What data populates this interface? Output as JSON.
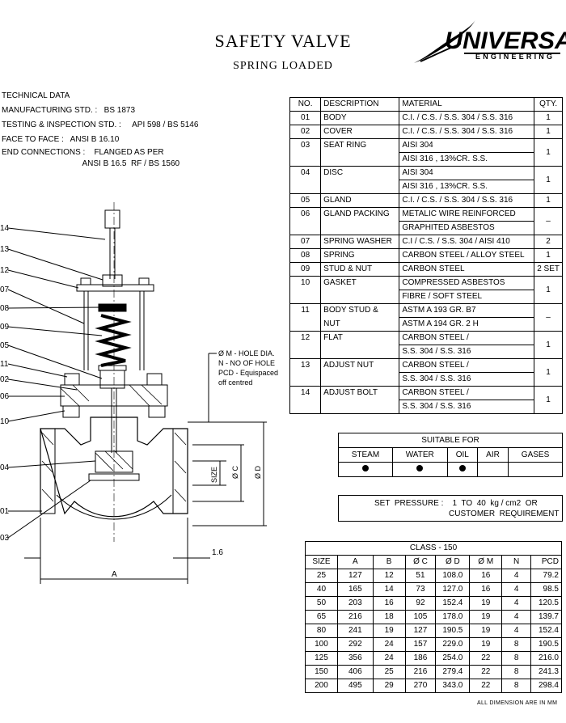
{
  "header": {
    "title": "SAFETY VALVE",
    "subtitle": "SPRING LOADED",
    "logo_word": "UNIVERSAL",
    "logo_sub": "ENGINEERING"
  },
  "technical": [
    "TECHNICAL DATA",
    "MANUFACTURING STD. :   BS 1873",
    "TESTING & INSPECTION STD. :     API 598 / BS 5146",
    "FACE TO FACE :   ANSI B 16.10",
    "END CONNECTIONS :    FLANGED AS PER",
    "                                    ANSI B 16.5  RF / BS 1560"
  ],
  "drawing": {
    "part_numbers": [
      "14",
      "13",
      "12",
      "07",
      "08",
      "09",
      "05",
      "11",
      "02",
      "06",
      "10",
      "04",
      "01",
      "03"
    ],
    "hole_note": [
      "Ø M - HOLE DIA.",
      "N - NO OF HOLE",
      "PCD - Equispaced",
      "off centred"
    ],
    "dim_size": "SIZE",
    "dim_c": "Ø C",
    "dim_d": "Ø D",
    "dim_a": "A",
    "dim_16": "1.6"
  },
  "parts_table": {
    "headers": [
      "NO.",
      "DESCRIPTION",
      "MATERIAL",
      "QTY."
    ],
    "rows": [
      {
        "no": "01",
        "desc": [
          "BODY"
        ],
        "mat": [
          "C.I. / C.S. / S.S. 304 / S.S. 316"
        ],
        "qty": "1"
      },
      {
        "no": "02",
        "desc": [
          "COVER"
        ],
        "mat": [
          "C.I. / C.S. / S.S. 304 / S.S. 316"
        ],
        "qty": "1"
      },
      {
        "no": "03",
        "desc": [
          "SEAT RING"
        ],
        "mat": [
          "AISI 304",
          "AISI 316 ,  13%CR. S.S."
        ],
        "qty": "1"
      },
      {
        "no": "04",
        "desc": [
          "DISC"
        ],
        "mat": [
          "AISI 304",
          "AISI 316 ,  13%CR. S.S."
        ],
        "qty": "1"
      },
      {
        "no": "05",
        "desc": [
          "GLAND"
        ],
        "mat": [
          "C.I. / C.S. / S.S. 304 / S.S. 316"
        ],
        "qty": "1"
      },
      {
        "no": "06",
        "desc": [
          "GLAND PACKING"
        ],
        "mat": [
          "METALIC WIRE REINFORCED",
          "GRAPHITED ASBESTOS"
        ],
        "qty": "–"
      },
      {
        "no": "07",
        "desc": [
          "SPRING WASHER"
        ],
        "mat": [
          "C.I / C.S. / S.S. 304 / AISI 410"
        ],
        "qty": "2"
      },
      {
        "no": "08",
        "desc": [
          "SPRING"
        ],
        "mat": [
          "CARBON STEEL / ALLOY STEEL"
        ],
        "qty": "1"
      },
      {
        "no": "09",
        "desc": [
          "STUD & NUT"
        ],
        "mat": [
          "CARBON STEEL"
        ],
        "qty": "2 SET"
      },
      {
        "no": "10",
        "desc": [
          "GASKET"
        ],
        "mat": [
          "COMPRESSED ASBESTOS",
          "FIBRE /  SOFT STEEL"
        ],
        "qty": "1"
      },
      {
        "no": "11",
        "desc": [
          "BODY STUD &",
          "NUT"
        ],
        "mat": [
          "ASTM A 193  GR. B7",
          "ASTM A 194  GR. 2 H"
        ],
        "qty": "–"
      },
      {
        "no": "12",
        "desc": [
          "FLAT"
        ],
        "mat": [
          "CARBON STEEL /",
          "S.S. 304 / S.S. 316"
        ],
        "qty": "1"
      },
      {
        "no": "13",
        "desc": [
          "ADJUST  NUT"
        ],
        "mat": [
          "CARBON STEEL /",
          "S.S. 304 / S.S.  316"
        ],
        "qty": "1"
      },
      {
        "no": "14",
        "desc": [
          "ADJUST  BOLT"
        ],
        "mat": [
          "CARBON STEEL /",
          "S.S. 304 / S.S. 316"
        ],
        "qty": "1"
      }
    ]
  },
  "suitable": {
    "title": "SUITABLE  FOR",
    "media": [
      "STEAM",
      "WATER",
      "OIL",
      "AIR",
      "GASES"
    ],
    "suitable_flags": [
      true,
      true,
      true,
      false,
      false
    ]
  },
  "set_pressure": {
    "line1": "SET  PRESSURE :    1  TO  40  kg / cm2  OR",
    "line2": "CUSTOMER  REQUIREMENT"
  },
  "dimension_table": {
    "class_label": "CLASS - 150",
    "headers": [
      "SIZE",
      "A",
      "B",
      "Ø C",
      "Ø D",
      "Ø M",
      "N",
      "PCD"
    ],
    "rows": [
      [
        "25",
        "127",
        "12",
        "51",
        "108.0",
        "16",
        "4",
        "79.2"
      ],
      [
        "40",
        "165",
        "14",
        "73",
        "127.0",
        "16",
        "4",
        "98.5"
      ],
      [
        "50",
        "203",
        "16",
        "92",
        "152.4",
        "19",
        "4",
        "120.5"
      ],
      [
        "65",
        "216",
        "18",
        "105",
        "178.0",
        "19",
        "4",
        "139.7"
      ],
      [
        "80",
        "241",
        "19",
        "127",
        "190.5",
        "19",
        "4",
        "152.4"
      ],
      [
        "100",
        "292",
        "24",
        "157",
        "229.0",
        "19",
        "8",
        "190.5"
      ],
      [
        "125",
        "356",
        "24",
        "186",
        "254.0",
        "22",
        "8",
        "216.0"
      ],
      [
        "150",
        "406",
        "25",
        "216",
        "279.4",
        "22",
        "8",
        "241.3"
      ],
      [
        "200",
        "495",
        "29",
        "270",
        "343.0",
        "22",
        "8",
        "298.4"
      ]
    ]
  },
  "footnote": "ALL  DIMENSION  ARE  IN  MM"
}
